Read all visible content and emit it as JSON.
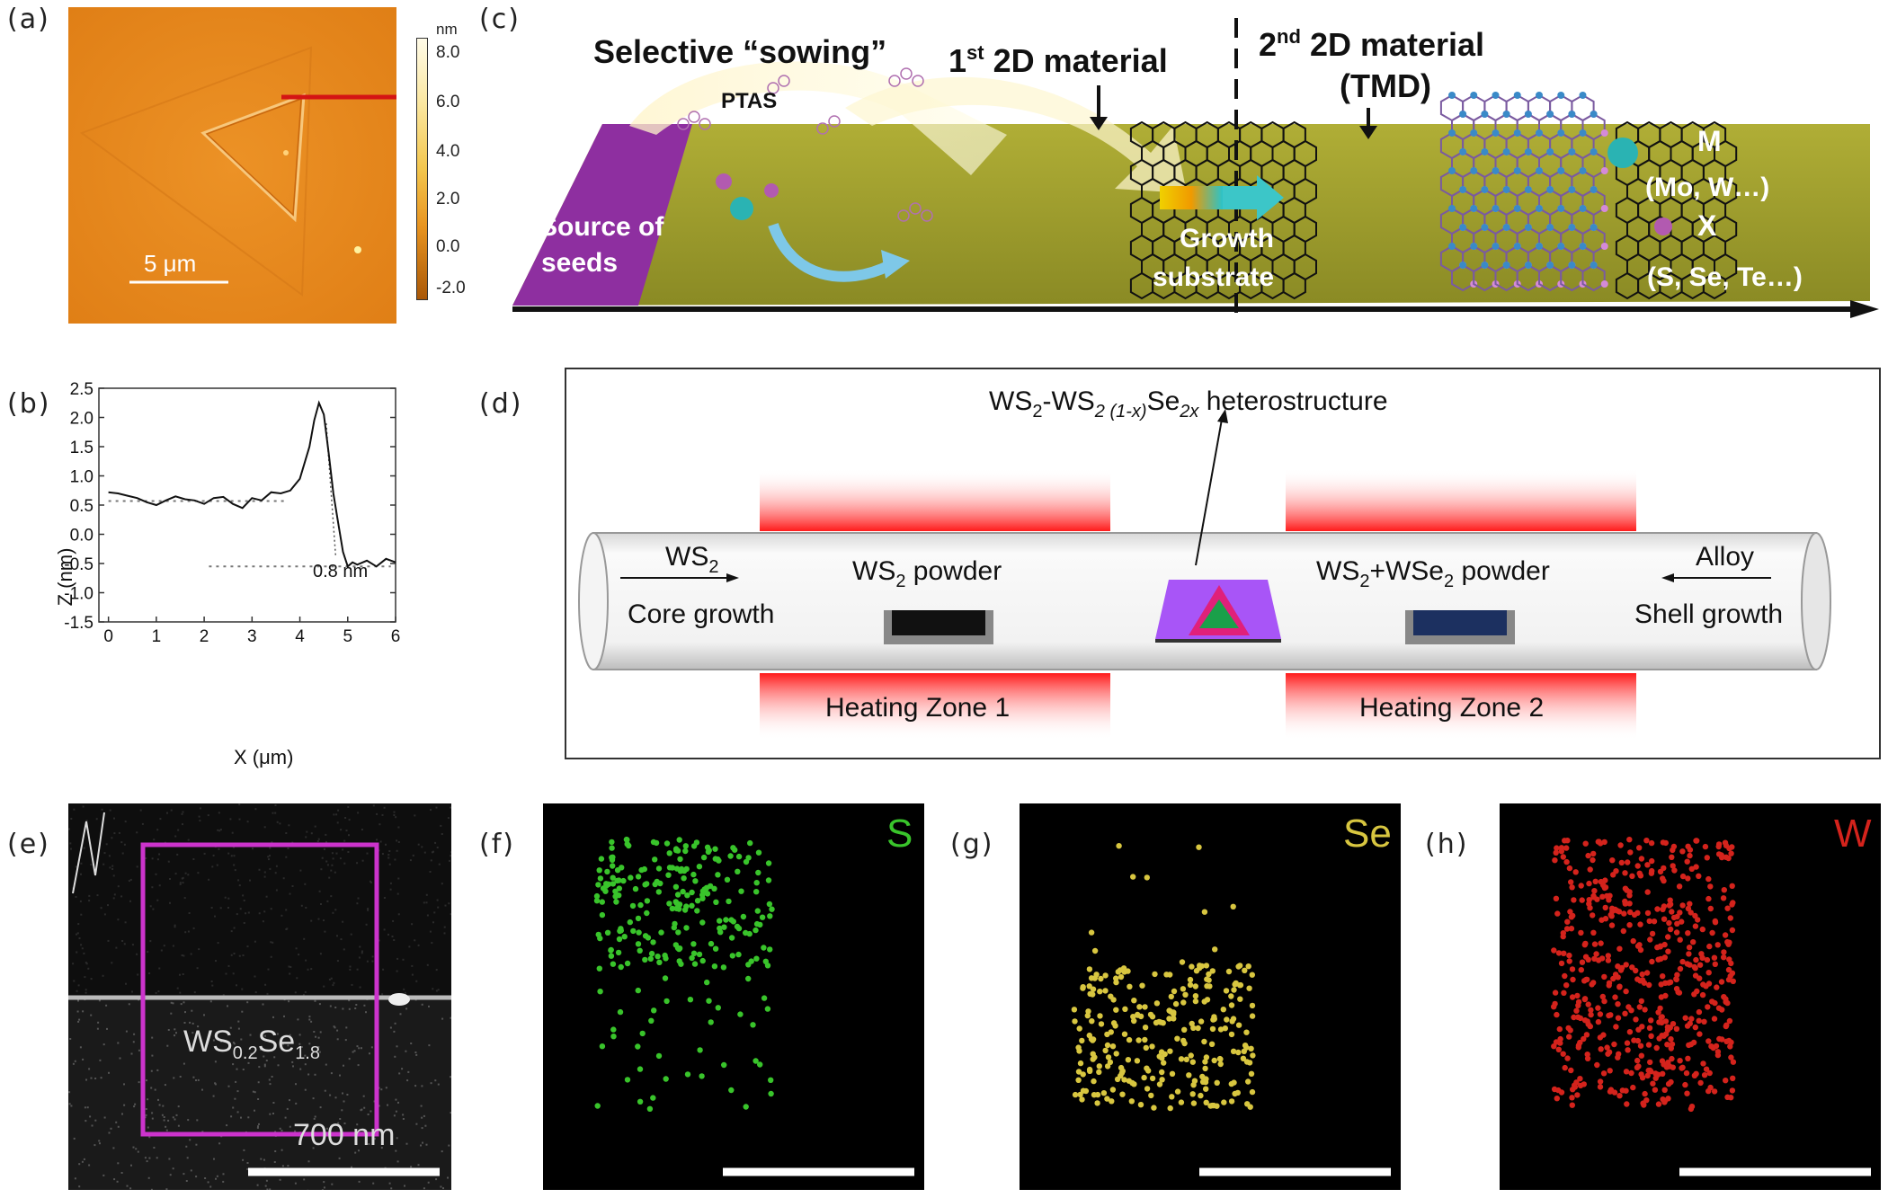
{
  "labels": {
    "a": "(a)",
    "b": "(b)",
    "c": "(c)",
    "d": "(d)",
    "e": "(e)",
    "f": "(f)",
    "g": "(g)",
    "h": "(h)"
  },
  "panel_a": {
    "colorbar_unit": "nm",
    "colorbar_ticks": [
      "8.0",
      "6.0",
      "4.0",
      "2.0",
      "0.0",
      "-2.0"
    ],
    "scale_bar": "5 μm",
    "colors": {
      "background": "#e88a1a",
      "line": "#d41414"
    }
  },
  "panel_b": {
    "xlabel": "X (μm)",
    "ylabel": "Z (nm)",
    "step_label": "0.8 nm",
    "chart_data": {
      "type": "line",
      "xlabel": "X (μm)",
      "ylabel": "Z (nm)",
      "xlim": [
        -0.2,
        6
      ],
      "ylim": [
        -1.5,
        2.5
      ],
      "x_ticks": [
        0,
        1,
        2,
        3,
        4,
        5,
        6
      ],
      "y_ticks": [
        -1.5,
        -1.0,
        -0.5,
        0.0,
        0.5,
        1.0,
        1.5,
        2.0,
        2.5
      ],
      "x_tick_labels": [
        "0",
        "1",
        "2",
        "3",
        "4",
        "5",
        "6"
      ],
      "y_tick_labels": [
        "-1.5",
        "-1.0",
        "-0.5",
        "0.0",
        "0.5",
        "1.0",
        "1.5",
        "2.0",
        "2.5"
      ],
      "series": [
        {
          "x": [
            0,
            0.2,
            0.4,
            0.6,
            0.8,
            1.0,
            1.2,
            1.4,
            1.6,
            1.8,
            2.0,
            2.2,
            2.4,
            2.6,
            2.8,
            3.0,
            3.2,
            3.4,
            3.6,
            3.8,
            4.0,
            4.2,
            4.3,
            4.4,
            4.5,
            4.6,
            4.7,
            4.8,
            4.9,
            5.0,
            5.1,
            5.2,
            5.4,
            5.6,
            5.8,
            6.0
          ],
          "y": [
            0.72,
            0.7,
            0.66,
            0.62,
            0.55,
            0.5,
            0.58,
            0.65,
            0.6,
            0.58,
            0.52,
            0.62,
            0.64,
            0.52,
            0.45,
            0.62,
            0.58,
            0.72,
            0.7,
            0.75,
            0.95,
            1.5,
            1.95,
            2.25,
            2.05,
            1.4,
            0.7,
            0.2,
            -0.3,
            -0.55,
            -0.48,
            -0.52,
            -0.45,
            -0.55,
            -0.42,
            -0.48
          ]
        }
      ],
      "reference_lines": [
        0.57,
        -0.55
      ]
    }
  },
  "panel_c": {
    "title": "Selective “sowing”",
    "ptas": "PTAS",
    "first_material_sup": "st",
    "first_material_num": "1",
    "first_material_text": "2D material",
    "second_material_num": "2",
    "second_material_sup": "nd",
    "second_material_text": "2D material",
    "second_material_sub": "(TMD)",
    "source_line1": "Source of",
    "source_line2": "seeds",
    "growth_line1": "Growth",
    "growth_line2": "substrate",
    "m_label": "M",
    "m_examples": "(Mo, W…)",
    "x_label": "X",
    "x_examples": "(S, Se, Te…)",
    "colors": {
      "substrate": "#9a9a2a",
      "source": "#8e2fa0",
      "m_atom": "#2ab3b3",
      "x_atom": "#b25ab0"
    }
  },
  "panel_d": {
    "heterostructure": "heterostructure",
    "hs_ws": "WS",
    "hs_sub2": "2",
    "hs_dash_ws": "-WS",
    "hs_sub_1x": "2 (1-x)",
    "hs_se": "Se",
    "hs_sub_2x": "2x",
    "left_flow": "WS",
    "left_flow_sub": "2",
    "left_growth": "Core growth",
    "left_powder_ws": "WS",
    "left_powder_sub": "2",
    "left_powder_text": " powder",
    "right_powder_a": "WS",
    "right_powder_b": "+WSe",
    "right_powder_text": " powder",
    "right_flow": "Alloy",
    "right_growth": "Shell growth",
    "zone1": "Heating Zone 1",
    "zone2": "Heating Zone 2",
    "colors": {
      "heater": "#ff2a2a",
      "substrate": "#a855f7",
      "shell": "#e0207a",
      "core": "#1aa04a",
      "powder_left": "#111111",
      "powder_right": "#1c3060"
    }
  },
  "panel_e": {
    "label_main": "WS",
    "label_sub1": "0.2",
    "label_se": "Se",
    "label_sub2": "1.8",
    "scale_bar": "700 nm",
    "colors": {
      "box": "#cc33cc"
    }
  },
  "panel_f": {
    "element": "S",
    "colors": {
      "dots": "#39c42b"
    }
  },
  "panel_g": {
    "element": "Se",
    "colors": {
      "dots": "#d8c640"
    }
  },
  "panel_h": {
    "element": "W",
    "colors": {
      "dots": "#d4231c"
    }
  }
}
